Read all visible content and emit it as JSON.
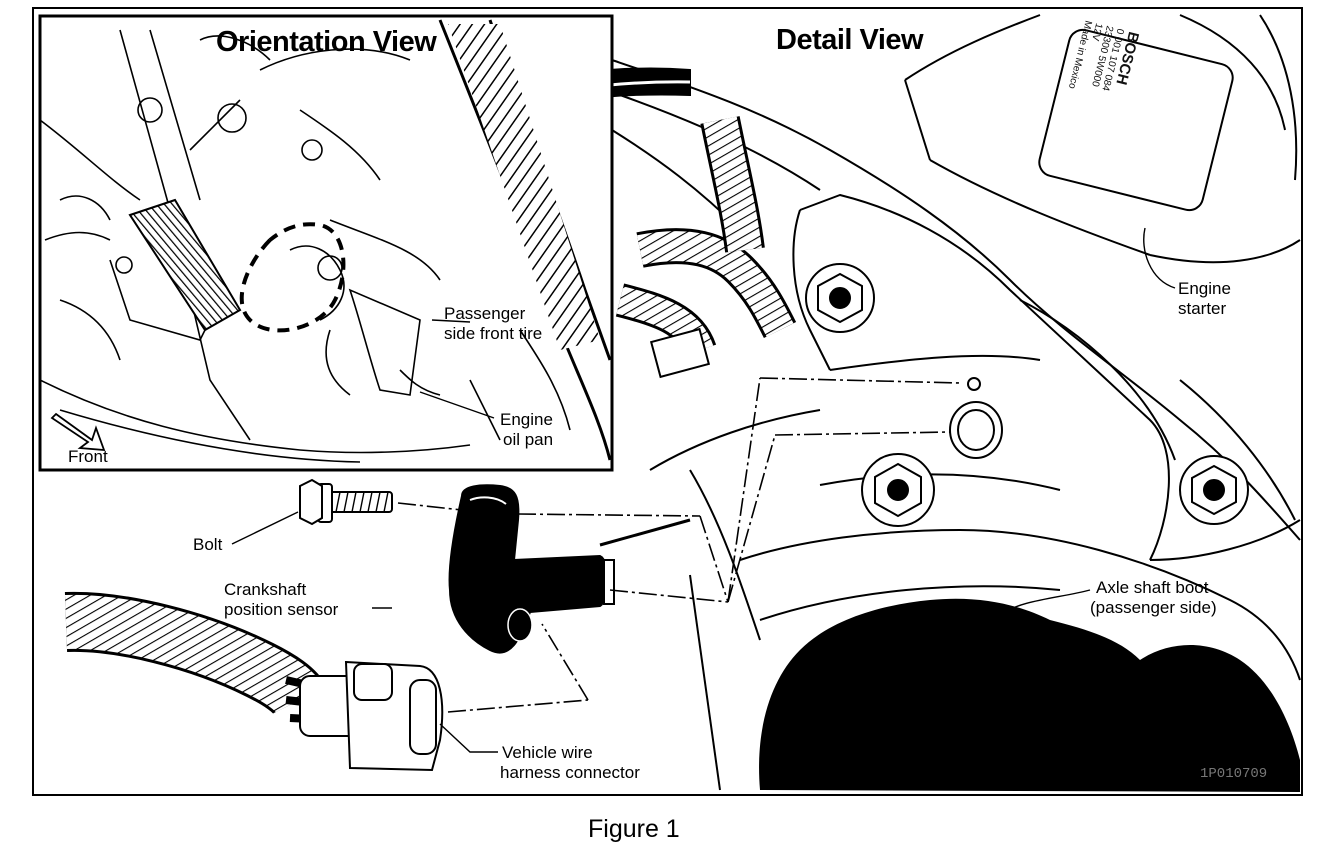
{
  "figure": {
    "caption": "Figure 1",
    "image_code": "1P010709"
  },
  "views": {
    "orientation_title": "Orientation View",
    "detail_title": "Detail View"
  },
  "orientation_labels": {
    "tire_line1": "Passenger",
    "tire_line2": "side front tire",
    "oilpan_line1": "Engine",
    "oilpan_line2": "oil pan",
    "front": "Front"
  },
  "detail_labels": {
    "starter_line1": "Engine",
    "starter_line2": "starter",
    "bolt": "Bolt",
    "sensor_line1": "Crankshaft",
    "sensor_line2": "position sensor",
    "axle_line1": "Axle shaft boot",
    "axle_line2": "(passenger side)",
    "harness_line1": "Vehicle wire",
    "harness_line2": "harness connector"
  },
  "starter_stamp": {
    "brand": "BOSCH",
    "line1": "0 001 107 084",
    "line2": "23300 5W000",
    "line3": "12V",
    "line4": "Made in Mexico"
  },
  "colors": {
    "ink": "#000000",
    "paper": "#ffffff",
    "fill_dark": "#000000",
    "shade": "#555555"
  },
  "icons": [
    "front-arrow-icon",
    "curved-arrow-icon",
    "bolt-icon",
    "sensor-icon",
    "connector-icon"
  ]
}
